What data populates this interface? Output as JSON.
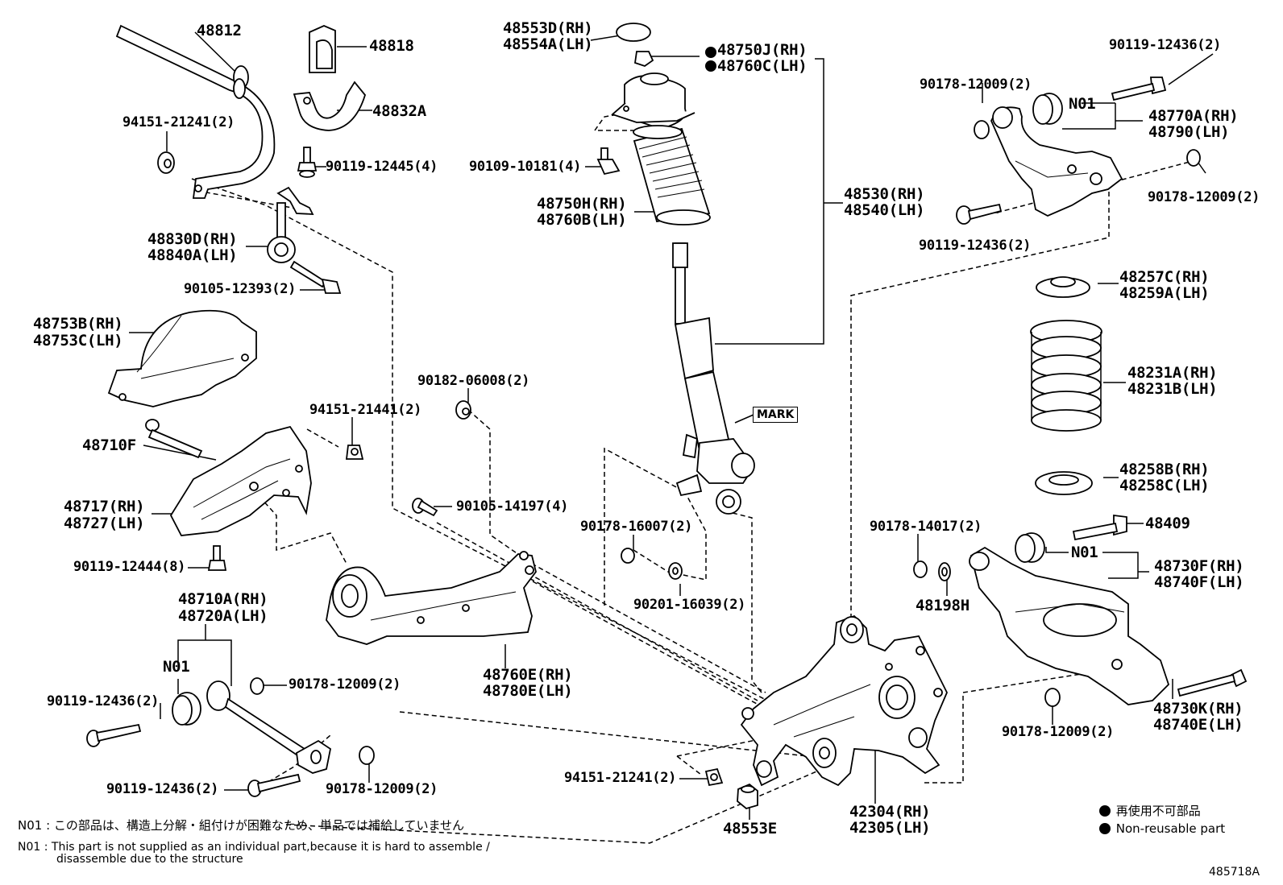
{
  "parts": {
    "p48812": "48812",
    "p48818": "48818",
    "p48832a": "48832A",
    "p94151_a": "94151-21241(2)",
    "p90119_12445": "90119-12445(4)",
    "p48830d": "48830D(RH)",
    "p48840a": "48840A(LH)",
    "p90105_12393": "90105-12393(2)",
    "p48753b": "48753B(RH)",
    "p48753c": "48753C(LH)",
    "p48710f": "48710F",
    "p48717": "48717(RH)",
    "p48727": "48727(LH)",
    "p90119_12444": "90119-12444(8)",
    "p48710a": "48710A(RH)",
    "p48720a": "48720A(LH)",
    "n01_a": "N01",
    "p90119_12436_a": "90119-12436(2)",
    "p90178_12009_a": "90178-12009(2)",
    "p90119_12436_b": "90119-12436(2)",
    "p90178_12009_b": "90178-12009(2)",
    "p48553d": "48553D(RH)",
    "p48554a": "48554A(LH)",
    "p48750j": "48750J(RH)",
    "p48760c": "48760C(LH)",
    "p90109_10181": "90109-10181(4)",
    "p48750h": "48750H(RH)",
    "p48760b": "48760B(LH)",
    "p48530": "48530(RH)",
    "p48540": "48540(LH)",
    "mark": "MARK",
    "p90182_06008": "90182-06008(2)",
    "p94151_21441": "94151-21441(2)",
    "p90105_14197": "90105-14197(4)",
    "p90178_16007": "90178-16007(2)",
    "p90201_16039": "90201-16039(2)",
    "p48760e": "48760E(RH)",
    "p48780e": "48780E(LH)",
    "p94151_b": "94151-21241(2)",
    "p48553e": "48553E",
    "p42304": "42304(RH)",
    "p42305": "42305(LH)",
    "p90119_12436_c": "90119-12436(2)",
    "p90178_12009_c": "90178-12009(2)",
    "n01_b": "N01",
    "p48770a": "48770A(RH)",
    "p48790": "48790(LH)",
    "p90178_12009_d": "90178-12009(2)",
    "p90119_12436_d": "90119-12436(2)",
    "p48257c": "48257C(RH)",
    "p48259a": "48259A(LH)",
    "p48231a": "48231A(RH)",
    "p48231b": "48231B(LH)",
    "p48258b": "48258B(RH)",
    "p48258c": "48258C(LH)",
    "p90178_14017": "90178-14017(2)",
    "p48409": "48409",
    "n01_c": "N01",
    "p48730f": "48730F(RH)",
    "p48740f": "48740F(LH)",
    "p48198h": "48198H",
    "p90178_12009_e": "90178-12009(2)",
    "p48730k": "48730K(RH)",
    "p48740e": "48740E(LH)"
  },
  "notes": {
    "jp_prefix": "N01 :",
    "jp_text": "この部品は、構造上分解・組付けが困難なため、単品では補給していません",
    "en_prefix": "N01 :",
    "en_line1": "This part is not supplied as an individual part,because it is hard to assemble /",
    "en_line2": "disassemble due to the structure"
  },
  "legend": {
    "jp": "再使用不可部品",
    "en": "Non-reusable part"
  },
  "figure_id": "485718A"
}
